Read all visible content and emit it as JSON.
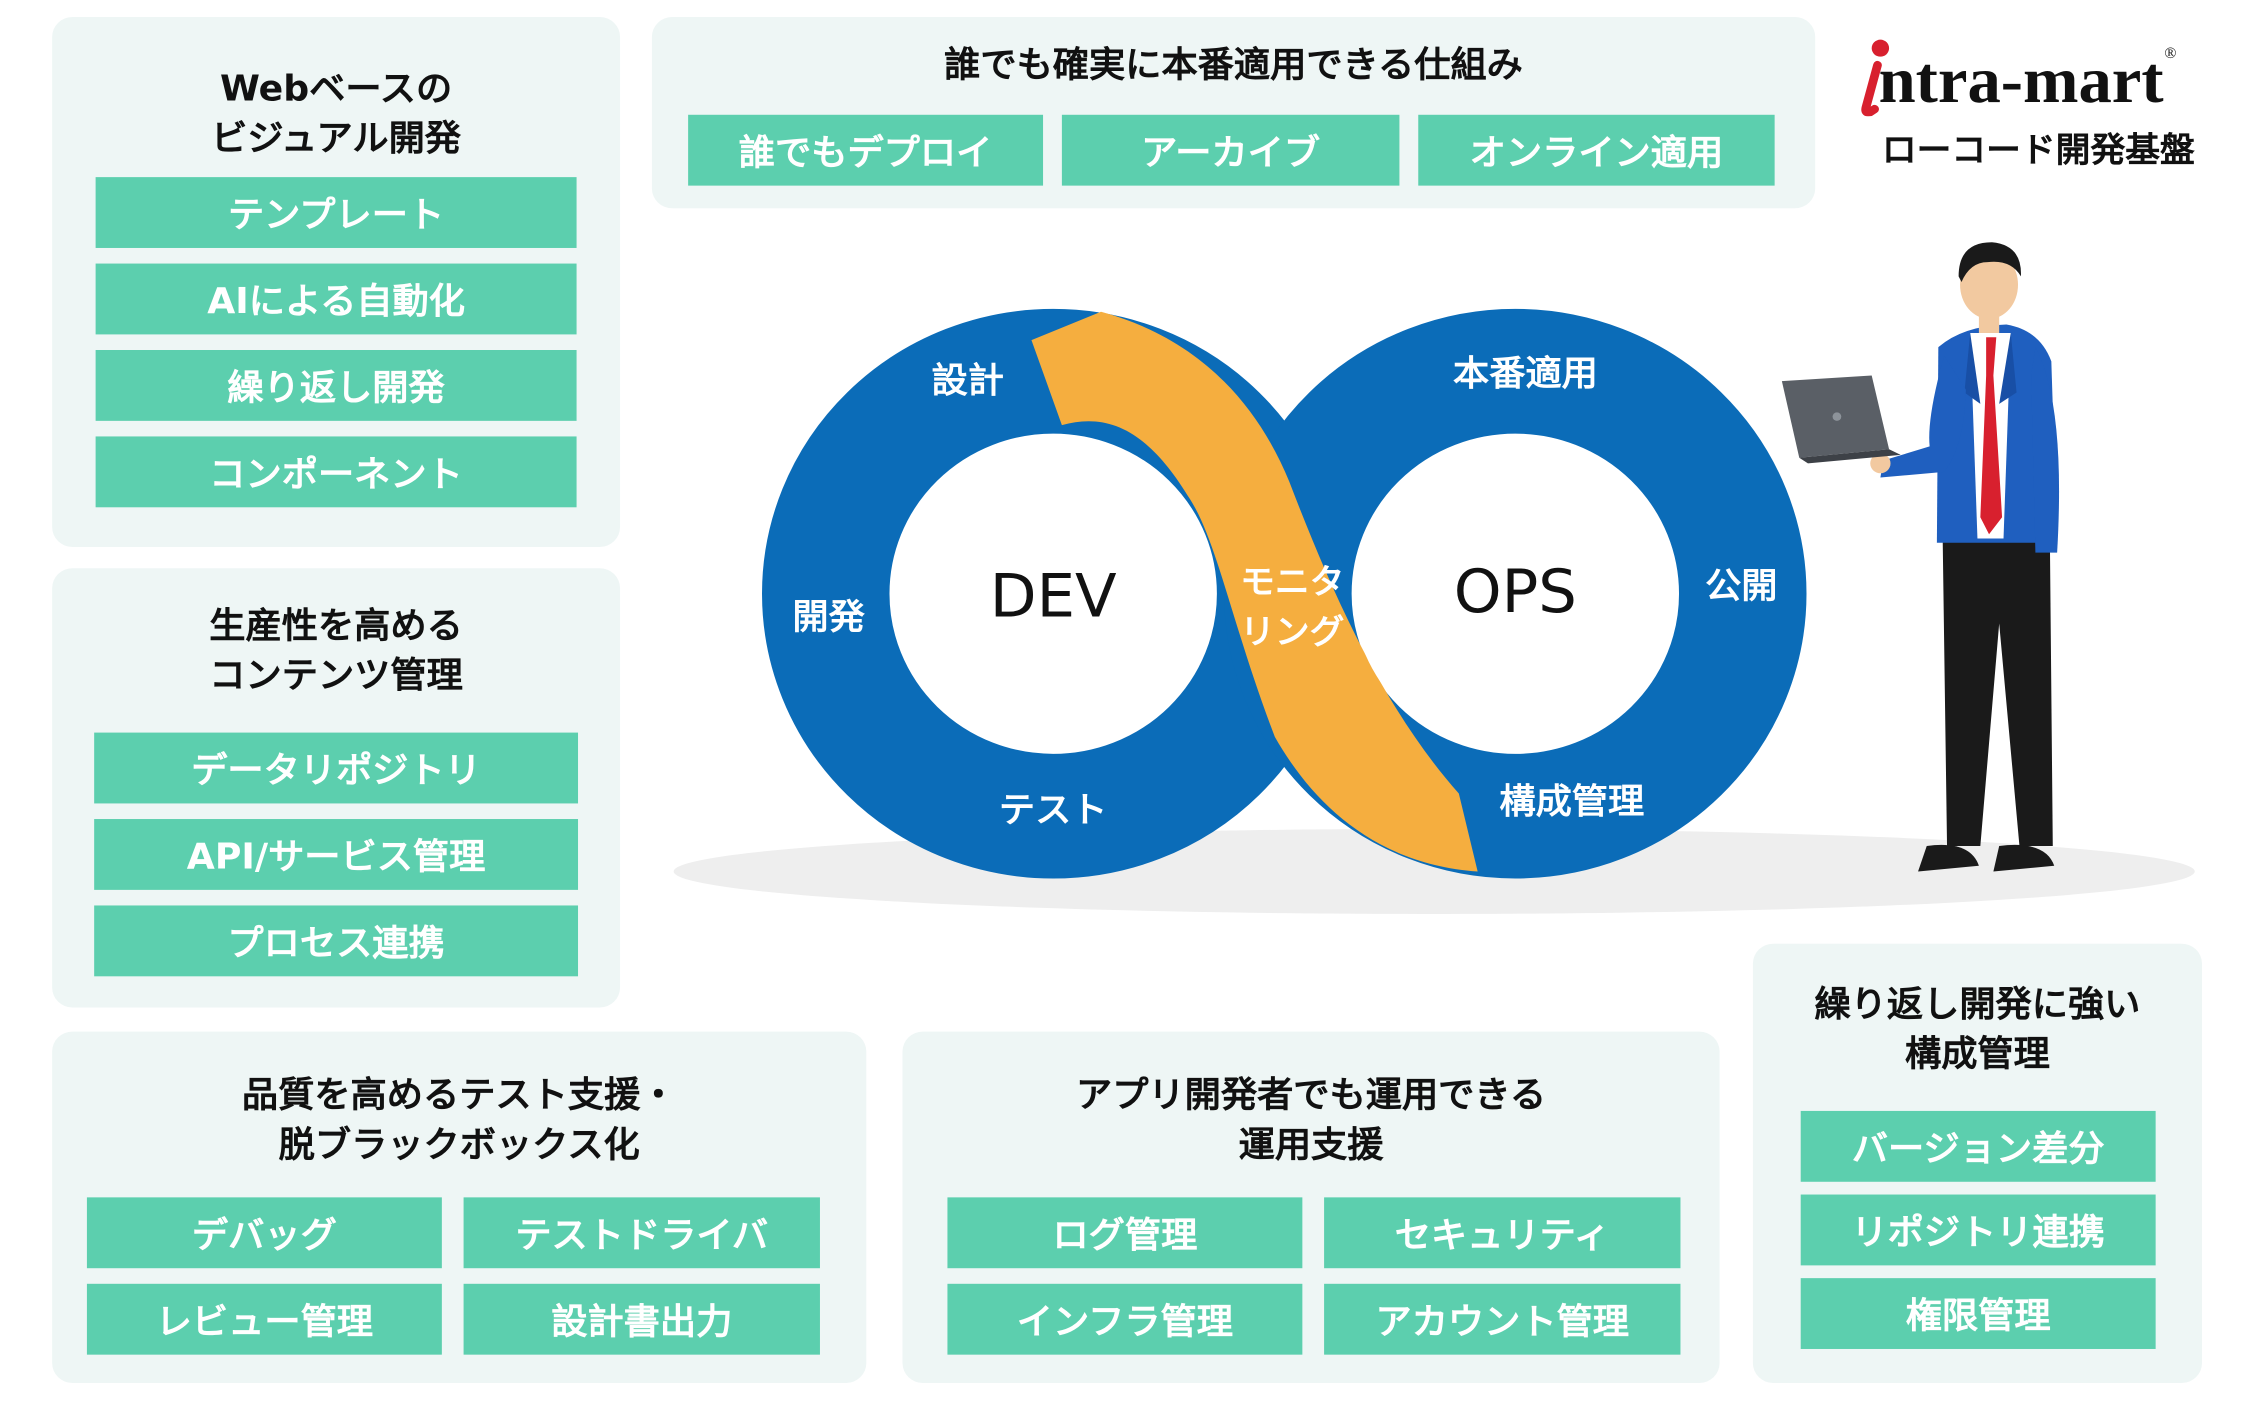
{
  "panels": {
    "web_dev": {
      "title": "Webベースの\nビジュアル開発",
      "items": [
        "テンプレート",
        "AIによる自動化",
        "繰り返し開発",
        "コンポーネント"
      ]
    },
    "content_mgmt": {
      "title": "生産性を高める\nコンテンツ管理",
      "items": [
        "データリポジトリ",
        "API/サービス管理",
        "プロセス連携"
      ]
    },
    "deploy": {
      "title": "誰でも確実に本番適用できる仕組み",
      "items": [
        "誰でもデプロイ",
        "アーカイブ",
        "オンライン適用"
      ]
    },
    "test_support": {
      "title": "品質を高めるテスト支援・\n脱ブラックボックス化",
      "items": [
        "デバッグ",
        "テストドライバ",
        "レビュー管理",
        "設計書出力"
      ]
    },
    "ops_support": {
      "title": "アプリ開発者でも運用できる\n運用支援",
      "items": [
        "ログ管理",
        "セキュリティ",
        "インフラ管理",
        "アカウント管理"
      ]
    },
    "config_mgmt": {
      "title": "繰り返し開発に強い\n構成管理",
      "items": [
        "バージョン差分",
        "リポジトリ連携",
        "権限管理"
      ]
    }
  },
  "logo": {
    "brand_initial": "i",
    "brand_rest": "ntra-mart",
    "registered_mark": "®",
    "subtitle": "ローコード開発基盤"
  },
  "loop": {
    "dev_label": "DEV",
    "ops_label": "OPS",
    "stages": {
      "design": "設計",
      "develop": "開発",
      "test": "テスト",
      "monitoring_line1": "モニタ",
      "monitoring_line2": "リング",
      "release": "本番適用",
      "publish": "公開",
      "config": "構成管理"
    }
  },
  "colors": {
    "loop_blue": "#0b6cb8",
    "loop_orange": "#f5ae3f",
    "chip_green": "#5ccfae",
    "panel_bg": "#eef6f5",
    "logo_red": "#d8202e"
  },
  "icons": [
    "businessman-with-laptop-illustration",
    "intra-mart-logo"
  ]
}
